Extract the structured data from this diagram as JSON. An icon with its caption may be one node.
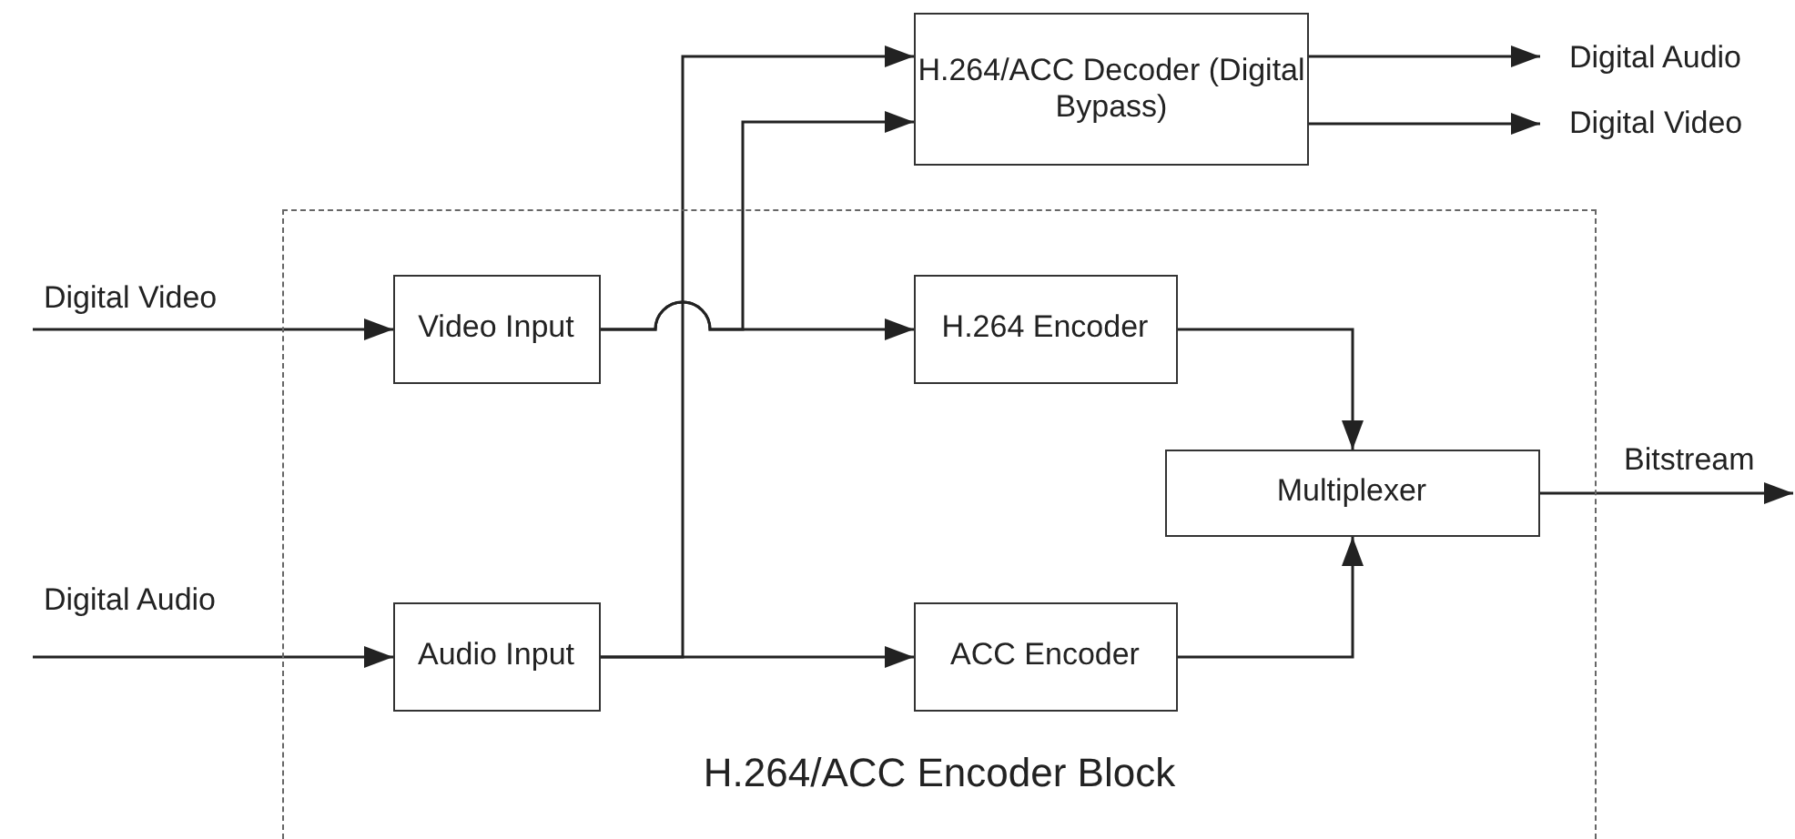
{
  "diagram": {
    "nodes": [
      {
        "text": [
          "H.264/ACC Encoder Block"
        ]
      },
      {
        "text": [
          "Digital Video"
        ]
      },
      {
        "text": [
          "Digital Audio"
        ]
      },
      {
        "text": [
          "Video Input"
        ],
        "in": 0
      },
      {
        "text": [
          "Audio Input"
        ],
        "in": 0
      },
      {
        "text": [
          "H.264 Encoder"
        ],
        "in": 0
      },
      {
        "text": [
          "ACC Encoder"
        ],
        "in": 0
      },
      {
        "text": [
          "Multiplexer"
        ],
        "in": 0
      },
      {
        "text": [
          "H.264/ACC Decoder (Digital Bypass)"
        ]
      },
      {
        "text": [
          "Digital Audio"
        ]
      },
      {
        "text": [
          "Digital Video"
        ]
      },
      {
        "text": [
          "Bitstream"
        ]
      }
    ],
    "edges": [
      {
        "from": 1,
        "to": 3,
        "arrow": "to"
      },
      {
        "from": 2,
        "to": 4,
        "arrow": "to"
      },
      {
        "from": 3,
        "to": 5,
        "arrow": "to"
      },
      {
        "from": 3,
        "to": 8,
        "arrow": "to"
      },
      {
        "from": 4,
        "to": 6,
        "arrow": "to"
      },
      {
        "from": 4,
        "to": 8,
        "arrow": "to"
      },
      {
        "from": 5,
        "to": 7,
        "arrow": "to"
      },
      {
        "from": 6,
        "to": 7,
        "arrow": "to"
      },
      {
        "from": 7,
        "to": 11,
        "arrow": "to"
      },
      {
        "from": 8,
        "to": 9,
        "arrow": "to"
      },
      {
        "from": 8,
        "to": 10,
        "arrow": "to"
      }
    ]
  }
}
